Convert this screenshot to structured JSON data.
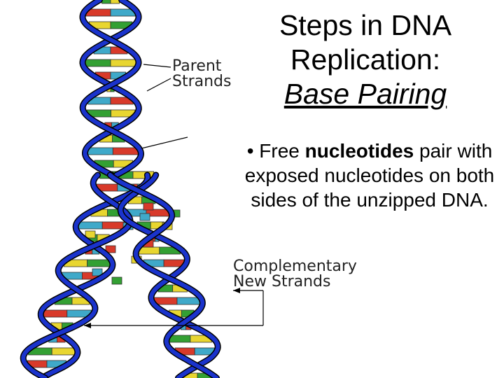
{
  "title": {
    "line1": "Steps in DNA",
    "line2": "Replication:",
    "line3": "Base Pairing"
  },
  "bullet": {
    "marker": "•",
    "before": "Free ",
    "bold": "nucleotides",
    "after": " pair with exposed nucleotides on both sides of the unzipped DNA."
  },
  "labels": {
    "parent": [
      "Parent",
      "Strands"
    ],
    "complementary": [
      "Complementary",
      "New Strands"
    ]
  },
  "colors": {
    "backbone": "#1a33cc",
    "backbone_dark": "#000000",
    "base_green": "#33a033",
    "base_red": "#d83a2a",
    "base_yellow": "#e8d630",
    "base_teal": "#3fa9c9"
  }
}
